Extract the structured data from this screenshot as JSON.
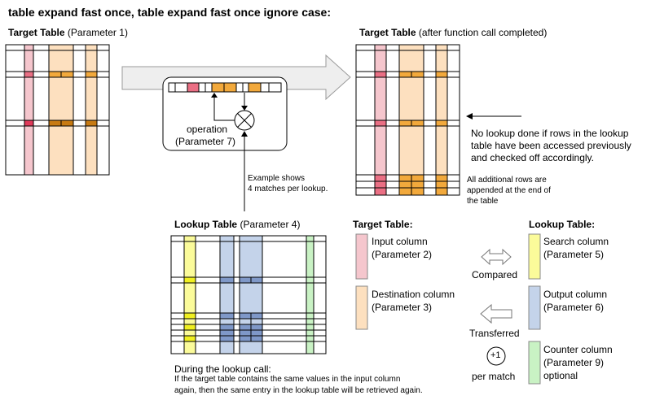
{
  "title": "table expand fast once, table expand fast once ignore case:",
  "target_table": {
    "label": "Target Table",
    "param": " (Parameter  1)"
  },
  "result_table": {
    "label": "Target Table",
    "param": " (after function call completed)"
  },
  "operation": {
    "line1": "operation",
    "line2": "(Parameter 7)"
  },
  "example_note": {
    "line1": "Example shows",
    "line2": "4 matches per lookup."
  },
  "no_lookup_note": {
    "line1": "No lookup done if rows in the lookup",
    "line2": "table have  been accessed previously",
    "line3": "and checked off accordingly."
  },
  "appended_note": {
    "line1": "All additional rows are",
    "line2": "appended at the end of",
    "line3": "the table"
  },
  "lookup_table": {
    "label": "Lookup Table",
    "param": " (Parameter 4)"
  },
  "legend": {
    "target_heading": "Target Table:",
    "lookup_heading": "Lookup Table:",
    "input_column": {
      "line1": "Input column",
      "line2": "(Parameter 2)"
    },
    "destination_column": {
      "line1": "Destination column",
      "line2": "(Parameter 3)"
    },
    "search_column": {
      "line1": "Search column",
      "line2": "(Parameter 5)"
    },
    "output_column": {
      "line1": "Output column",
      "line2": "(Parameter 6)"
    },
    "counter_column": {
      "line1": "Counter column",
      "line2": "(Parameter 9)",
      "line3": "optional"
    },
    "compared": "Compared",
    "transferred": "Transferred",
    "plus_one": "+1",
    "per_match": "per match"
  },
  "lookup_call_note": {
    "line1": "During the lookup call:",
    "line2": "If the target table contains the same values in the input column",
    "line3": "again, then the same entry in the lookup table  will be retrieved again."
  },
  "colors": {
    "pink": "#f5c6cd",
    "pink_dark": "#ea6f84",
    "pink_strong": "#e03a5a",
    "orange": "#fde0bf",
    "orange_dark": "#f2a93c",
    "orange_strong": "#c77a12",
    "yellow": "#fbfb9a",
    "yellow_dark": "#f0f020",
    "blue": "#c4d3ea",
    "blue_dark": "#7f98c8",
    "green": "#c9f2c4",
    "arrow_fill": "#eeeeee",
    "arrow_stroke": "#9a9a9a"
  }
}
